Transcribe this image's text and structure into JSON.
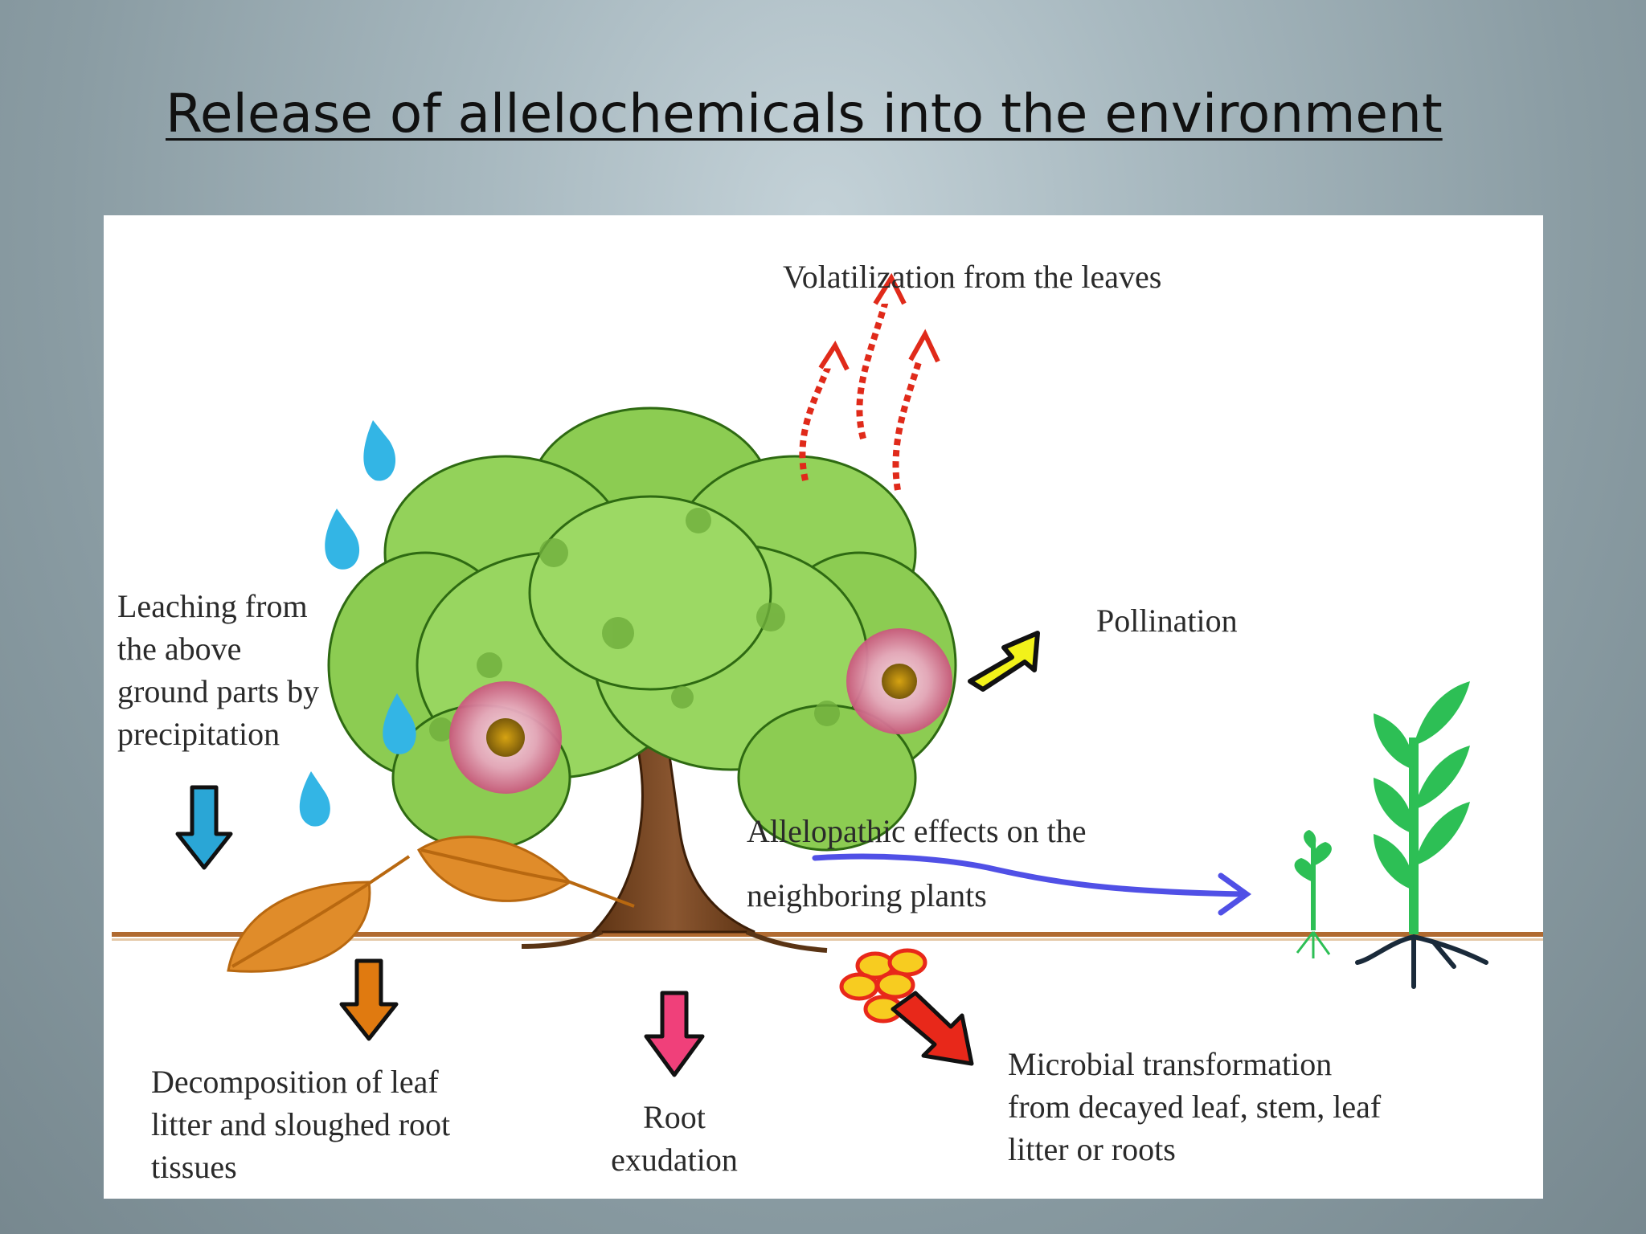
{
  "slide": {
    "title": "Release of allelochemicals into the environment"
  },
  "diagram": {
    "labels": {
      "volatilization": "Volatilization from the leaves",
      "pollination": "Pollination",
      "leaching": [
        "Leaching from",
        "the above",
        "ground parts by",
        "precipitation"
      ],
      "allelopathic": [
        "Allelopathic effects on the",
        "neighboring plants"
      ],
      "decomposition": [
        "Decomposition of leaf",
        "litter and sloughed root",
        "tissues"
      ],
      "root_exudation": [
        "Root",
        "exudation"
      ],
      "microbial": [
        "Microbial transformation",
        "from decayed leaf, stem, leaf",
        "litter or roots"
      ]
    },
    "colors": {
      "canopy": "#8ccc52",
      "trunk": "#7a4a24",
      "ground_line": "#b06a30",
      "rain": "#33b5e5",
      "leaf_litter": "#e08c2a",
      "volatile_arrows": "#e02a1a",
      "pollination_arrow": "#f2f21a",
      "leaching_arrow": "#2aa6d6",
      "decomposition_arrow": "#e07a10",
      "root_exudation_arrow": "#f0407a",
      "microbial_arrow": "#e8281a",
      "allelopathic_arrow": "#5050e6",
      "seedling": "#2dbf55"
    }
  }
}
